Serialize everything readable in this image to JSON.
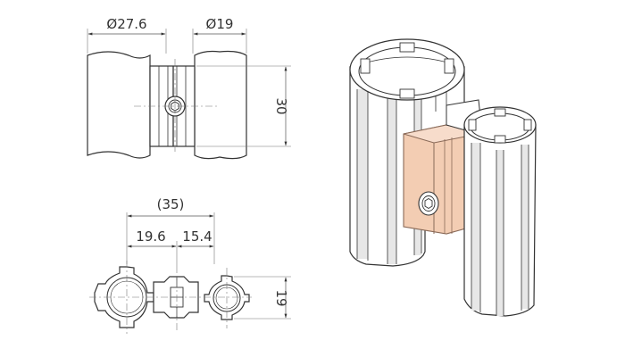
{
  "dimensions": {
    "dia_large": "Ø27.6",
    "dia_small": "Ø19",
    "height": "30",
    "overall": "(35)",
    "left_offset": "19.6",
    "right_offset": "15.4",
    "depth": "19"
  },
  "colors": {
    "line": "#333333",
    "connector_fill": "#f3cdb3",
    "connector_edge": "#c9a189",
    "tube_shade": "#e7e7e7"
  },
  "icons": {
    "bolt": "hex-socket-bolt-icon"
  }
}
